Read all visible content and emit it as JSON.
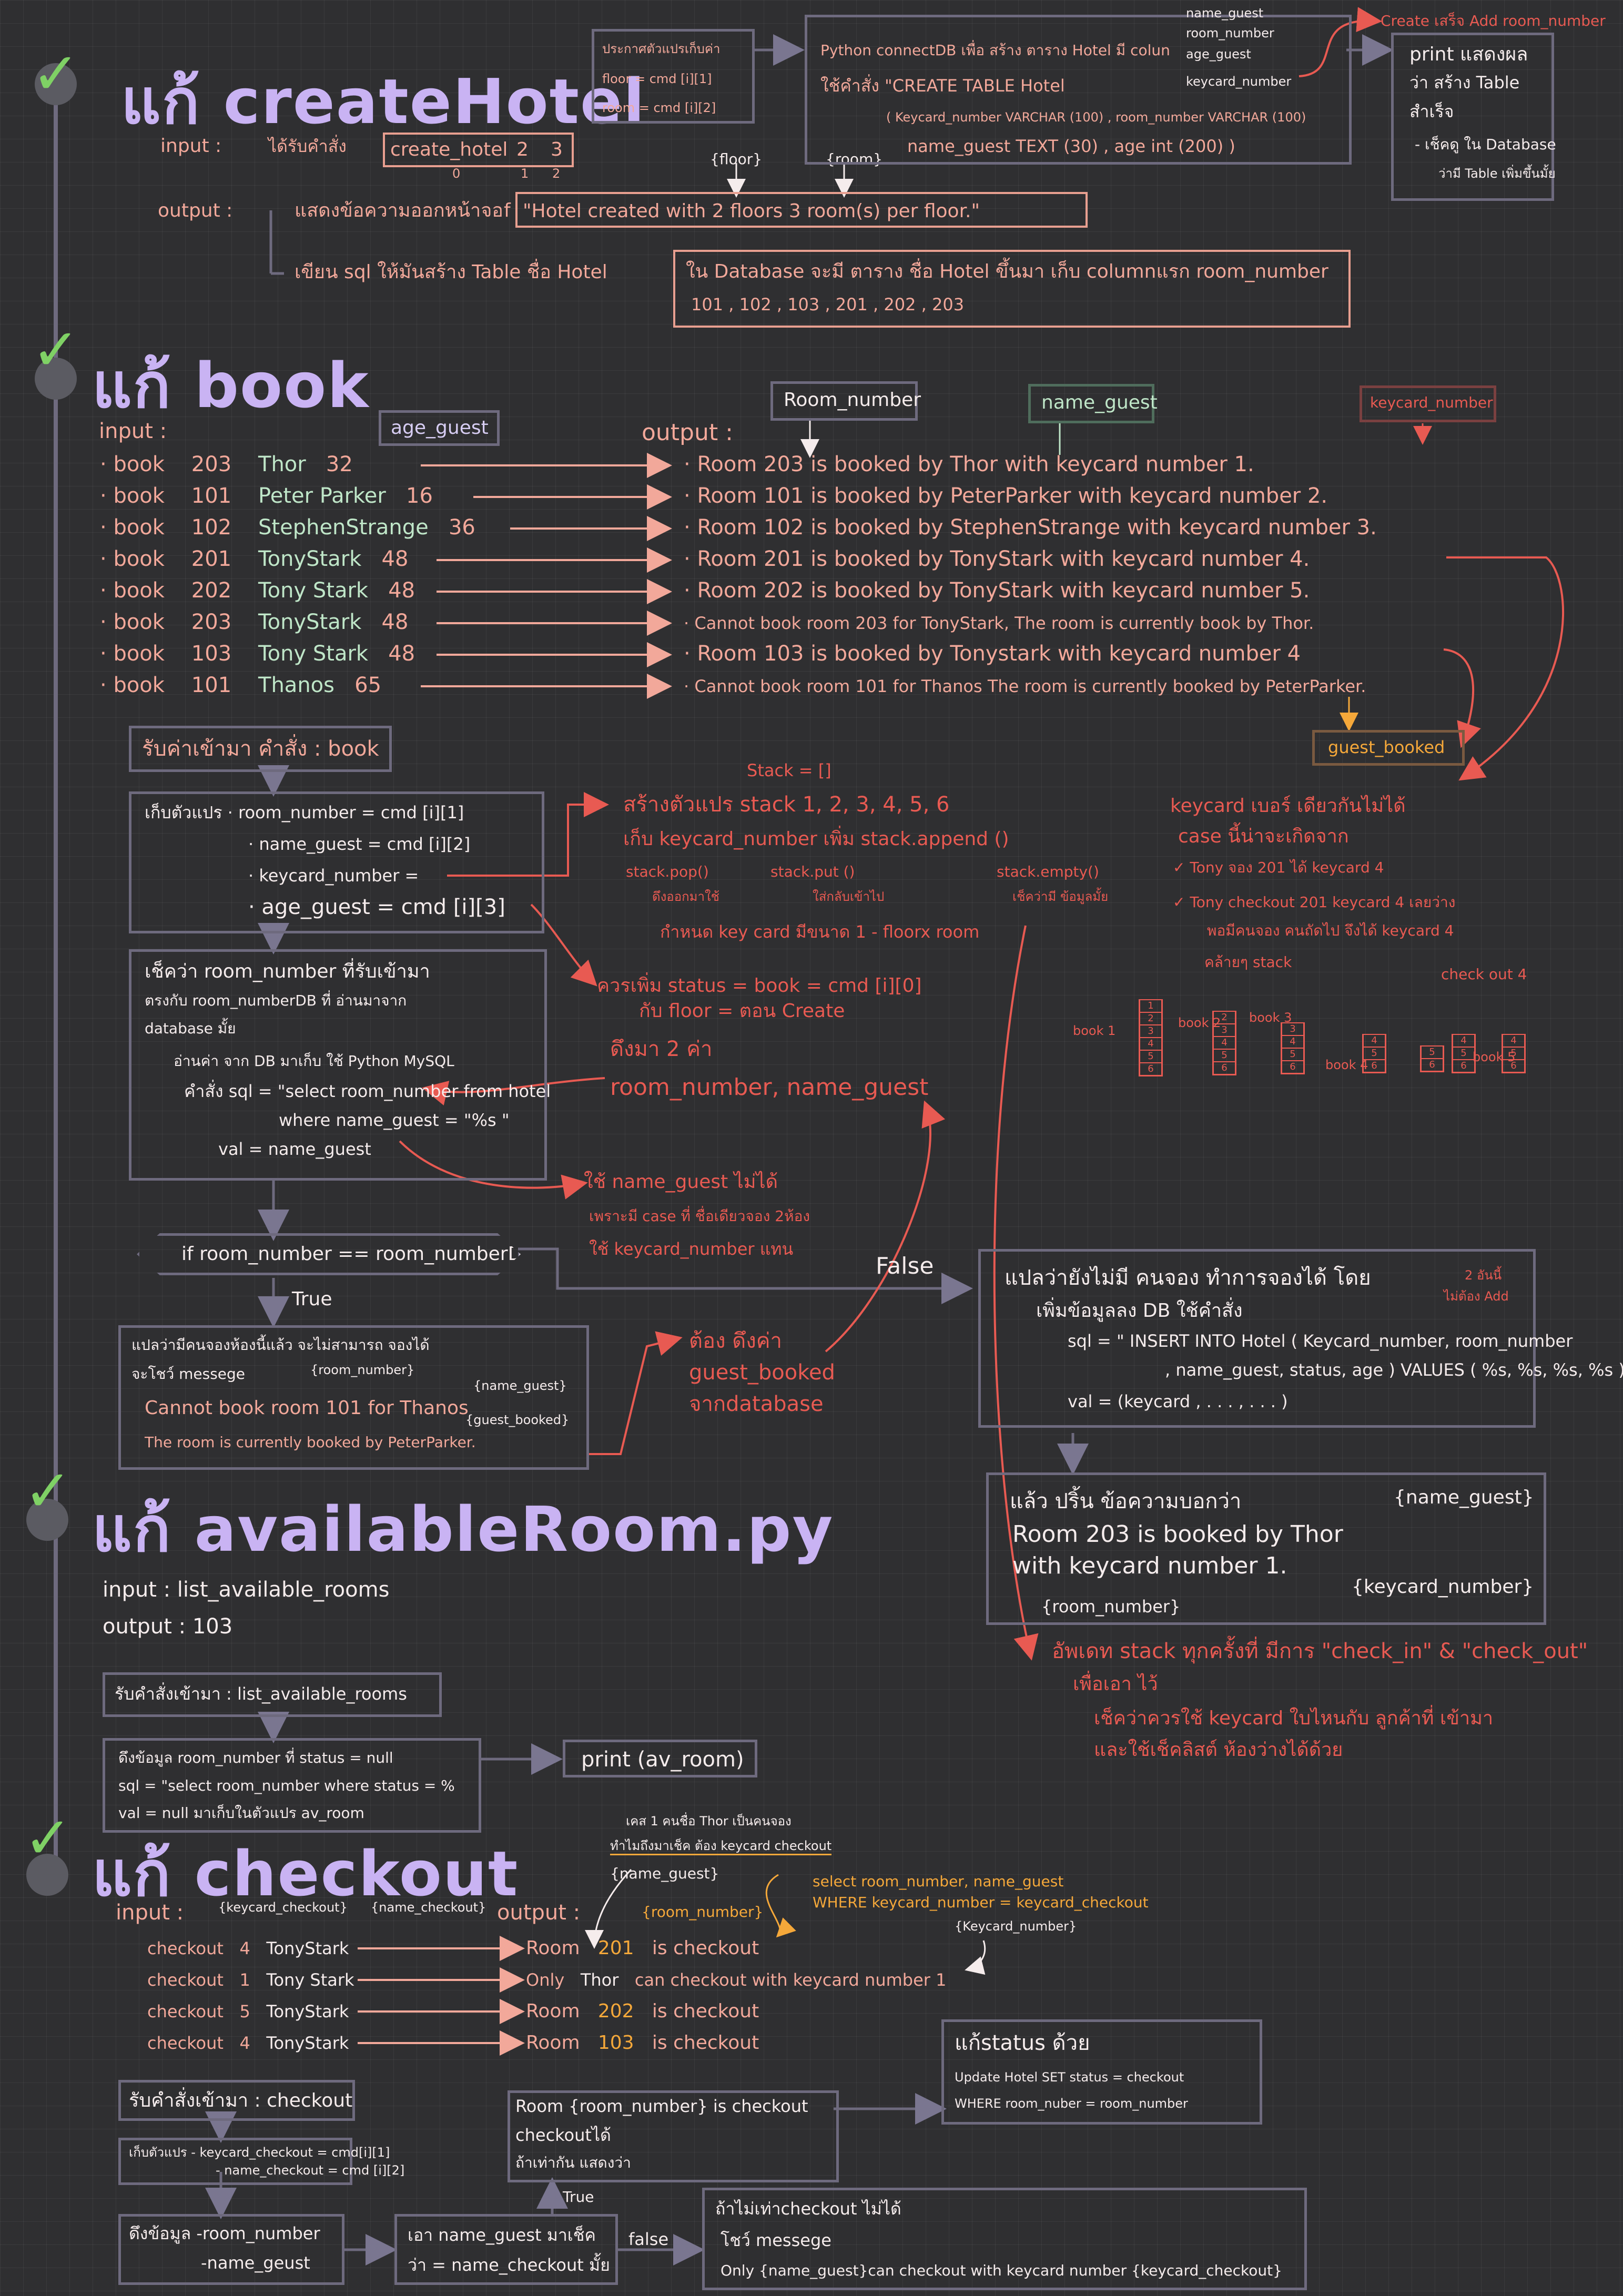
{
  "sections": {
    "create_hotel": {
      "title": "แก้ createHotel",
      "input_label": "input :",
      "input_desc": "ได้รับคำสั่ง",
      "input_cmd": [
        "create_hotel",
        "2",
        "3"
      ],
      "input_idx": [
        "0",
        "1",
        "2"
      ],
      "output_label": "output :",
      "output_desc": "แสดงข้อความออกหน้าจอ",
      "output_f": "f",
      "output_msg": "\"Hotel created with 2 floors 3 room(s) per floor.\"",
      "floor_tag": "{floor}",
      "room_tag": "{room}",
      "sql_desc": "เขียน sql ให้มันสร้าง Table ชื่อ Hotel",
      "db_desc_1": "ใน Database จะมี ตาราง ชื่อ Hotel ขึ้นมา เก็บ columnแรก room_number",
      "db_desc_2": "101 , 102 , 103 , 201 , 202 , 203",
      "declare_1": "ประกาศตัวแปรเก็บค่า",
      "declare_2": "floor = cmd [i][1]",
      "declare_3": "room = cmd [i][2]",
      "py_1": "Python connectDB เพื่อ สร้าง ตาราง Hotel มี colun",
      "py_2": "ใช้คำสั่ง \"CREATE TABLE Hotel",
      "py_3": "( Keycard_number VARCHAR (100) , room_number VARCHAR (100)",
      "py_4": "name_guest TEXT (30) , age int (200) )",
      "cols": [
        "name_guest",
        "room_number",
        "age_guest",
        "keycard_number"
      ],
      "create_note": "Create เสร็จ Add room_number",
      "print_1": "print แสดงผล",
      "print_2": "ว่า สร้าง Table",
      "print_3": "สำเร็จ",
      "print_4": "- เช็คดู ใน Database",
      "print_5": "ว่ามี Table เพิ่มขึ้นมั้ย"
    },
    "book": {
      "title": "แก้ book",
      "input_label": "input :",
      "output_label": "output :",
      "tags": {
        "age": "age_guest",
        "room": "Room_number",
        "name": "name_guest",
        "keycard": "keycard_number",
        "booked": "guest_booked"
      },
      "rows_in": [
        [
          "book",
          "203",
          "Thor",
          "32"
        ],
        [
          "book",
          "101",
          "Peter Parker",
          "16"
        ],
        [
          "book",
          "102",
          "StephenStrange",
          "36"
        ],
        [
          "book",
          "201",
          "TonyStark",
          "48"
        ],
        [
          "book",
          "202",
          "Tony Stark",
          "48"
        ],
        [
          "book",
          "203",
          "TonyStark",
          "48"
        ],
        [
          "book",
          "103",
          "Tony Stark",
          "48"
        ],
        [
          "book",
          "101",
          "Thanos",
          "65"
        ]
      ],
      "rows_out": [
        "Room 203 is booked by Thor with keycard number 1.",
        "Room 101 is booked by PeterParker with keycard number 2.",
        "Room 102 is booked by StephenStrange with keycard number 3.",
        "Room 201 is booked by TonyStark with keycard number 4.",
        "Room 202 is booked by TonyStark with keycard number 5.",
        "Cannot book room 203 for TonyStark, The room is currently book by Thor.",
        "Room 103 is booked by Tonystark with keycard number 4",
        "Cannot book room 101 for Thanos The room is currently booked by PeterParker."
      ],
      "recv": "รับค่าเข้ามา คำสั่ง : book",
      "vars": [
        "เก็บตัวแปร · room_number = cmd [i][1]",
        "· name_guest = cmd [i][2]",
        "· keycard_number =",
        "· age_guest = cmd [i][3]"
      ],
      "check": [
        "เช็คว่า room_number ที่รับเข้ามา",
        "ตรงกับ room_numberDB ที่ อ่านมาจาก",
        "database มั้ย",
        "อ่านค่า จาก DB มาเก็บ ใช้ Python MySQL",
        "คำสั่ง sql = \"select room_number from hotel",
        "where name_guest = \"%s \"",
        "val = name_guest"
      ],
      "if": "if room_number == room_numberDB :",
      "true": "True",
      "false": "False",
      "true_box": [
        "แปลว่ามีคนจองห้องนี้แล้ว จะไม่สามารถ จองได้",
        "จะโชว์ messege",
        "{room_number}",
        "{name_guest}",
        "Cannot book room 101 for Thanos",
        "{guest_booked}",
        "The room is currently booked by PeterParker."
      ],
      "stack_empty": "Stack = []",
      "stack_notes": [
        "สร้างตัวแปร stack 1, 2, 3, 4, 5, 6",
        "เก็บ keycard_number เพิ่ม stack.append ()",
        "stack.pop()",
        "stack.put ()",
        "stack.empty()",
        "ดึงออกมาใช้",
        "ใส่กลับเข้าไป",
        "เช็คว่ามี ข้อมูลมั้ย",
        "กำหนด key card มีขนาด 1 - floorx room"
      ],
      "status_note": [
        "ควรเพิ่ม status = book = cmd [i][0]",
        "กับ floor = ตอน Create"
      ],
      "get2": [
        "ดึงมา 2 ค่า",
        "room_number, name_guest"
      ],
      "no_name": [
        "ใช้ name_guest ไม่ได้",
        "เพราะมี case ที่ ชื่อเดียวจอง 2ห้อง",
        "ใช้ keycard_number แทน"
      ],
      "pull": [
        "ต้อง ดึงค่า",
        "guest_booked",
        "จากdatabase"
      ],
      "keycard_note": [
        "keycard เบอร์ เดียวกันไม่ได้",
        "case นี้น่าจะเกิดจาก",
        "✓ Tony จอง 201 ได้ keycard 4",
        "✓ Tony checkout 201 keycard 4 เลยว่าง",
        "พอมีคนจอง คนถัดไป จึงได้ keycard 4",
        "คล้ายๆ stack",
        "check out 4"
      ],
      "stack_labels": [
        "book 1",
        "book 2",
        "book 3",
        "book 4",
        "book 5"
      ],
      "stacks": [
        [
          "1",
          "2",
          "3",
          "4",
          "5",
          "6"
        ],
        [
          "2",
          "3",
          "4",
          "5",
          "6"
        ],
        [
          "3",
          "4",
          "5",
          "6"
        ],
        [
          "4",
          "5",
          "6"
        ],
        [
          "5",
          "6"
        ],
        [
          "4",
          "5",
          "6"
        ],
        [
          "4",
          "5",
          "6"
        ]
      ],
      "false_box": [
        "แปลว่ายังไม่มี คนจอง ทำการจองได้ โดย",
        "เพิ่มข้อมูลลง DB ใช้คำสั่ง",
        "sql = \" INSERT INTO Hotel ( Keycard_number, room_number",
        ", name_guest, status, age ) VALUES ( %s, %s, %s, %s )\"",
        "val = (keycard , . . . , . . . )",
        "2 อันนี้",
        "ไม่ต้อง Add"
      ],
      "print_box": [
        "แล้ว ปริ้น ข้อความบอกว่า",
        "Room 203 is booked by Thor",
        "with keycard number 1.",
        "{name_guest}",
        "{keycard_number}",
        "{room_number}"
      ],
      "update_note": [
        "อัพเดท stack ทุกครั้งที่ มีการ \"check_in\" & \"check_out\"",
        "เพื่อเอา ไว้",
        "เช็คว่าควรใช้ keycard ใบไหนกับ ลูกค้าที่ เข้ามา",
        "และใช้เช็คลิสต์ ห้องว่างได้ด้วย"
      ]
    },
    "available": {
      "title": "แก้ availableRoom.py",
      "input": "input : list_available_rooms",
      "output": "output : 103",
      "recv": "รับคำสั่งเข้ามา : list_available_rooms",
      "lines": [
        "ดึงข้อมูล room_number ที่ status = null",
        "sql = \"select room_number where status = %",
        "val = null มาเก็บในตัวแปร av_room"
      ],
      "print": "print (av_room)"
    },
    "checkout": {
      "title": "แก้ checkout",
      "input_label": "input :",
      "output_label": "output :",
      "tags": {
        "kc": "{keycard_checkout}",
        "nc": "{name_checkout}",
        "ng": "{name_guest}",
        "rn": "{room_number}",
        "kn": "{Keycard_number}"
      },
      "note_1": "เคส 1 คนชื่อ Thor เป็นคนจอง",
      "note_2": "ทำไมถึงมาเช็ค ต้อง keycard checkout",
      "select_1": "select room_number, name_guest",
      "select_2": "WHERE keycard_number = keycard_checkout",
      "rows_in": [
        [
          "checkout",
          "4",
          "TonyStark"
        ],
        [
          "checkout",
          "1",
          "Tony Stark"
        ],
        [
          "checkout",
          "5",
          "TonyStark"
        ],
        [
          "checkout",
          "4",
          "TonyStark"
        ]
      ],
      "rows_out": [
        [
          "Room",
          "201",
          "is checkout"
        ],
        [
          "Only",
          "Thor",
          "can checkout with keycard number 1"
        ],
        [
          "Room",
          "202",
          "is checkout"
        ],
        [
          "Room",
          "103",
          "is checkout"
        ]
      ],
      "status_box": [
        "แก้status ด้วย",
        "Update Hotel SET status = checkout",
        "WHERE room_nuber = room_number"
      ],
      "recv": "รับคำสั่งเข้ามา : checkout",
      "vars": [
        "เก็บตัวแปร - keycard_checkout = cmd[i][1]",
        "- name_checkout = cmd [i][2]"
      ],
      "pull": [
        "ดึงข้อมูล -room_number",
        "-name_geust"
      ],
      "cmp": [
        "เอา name_guest มาเช็ค",
        "ว่า = name_checkout มั้ย"
      ],
      "true": "True",
      "false": "false",
      "ok_box": [
        "Room {room_number} is checkout",
        "checkoutได้",
        "ถ้าเท่ากัน แสดงว่า"
      ],
      "fail_box": [
        "ถ้าไม่เท่าcheckout ไม่ได้",
        "โชว์ messege",
        "Only {name_guest}can checkout with keycard number {keycard_checkout}"
      ]
    }
  }
}
